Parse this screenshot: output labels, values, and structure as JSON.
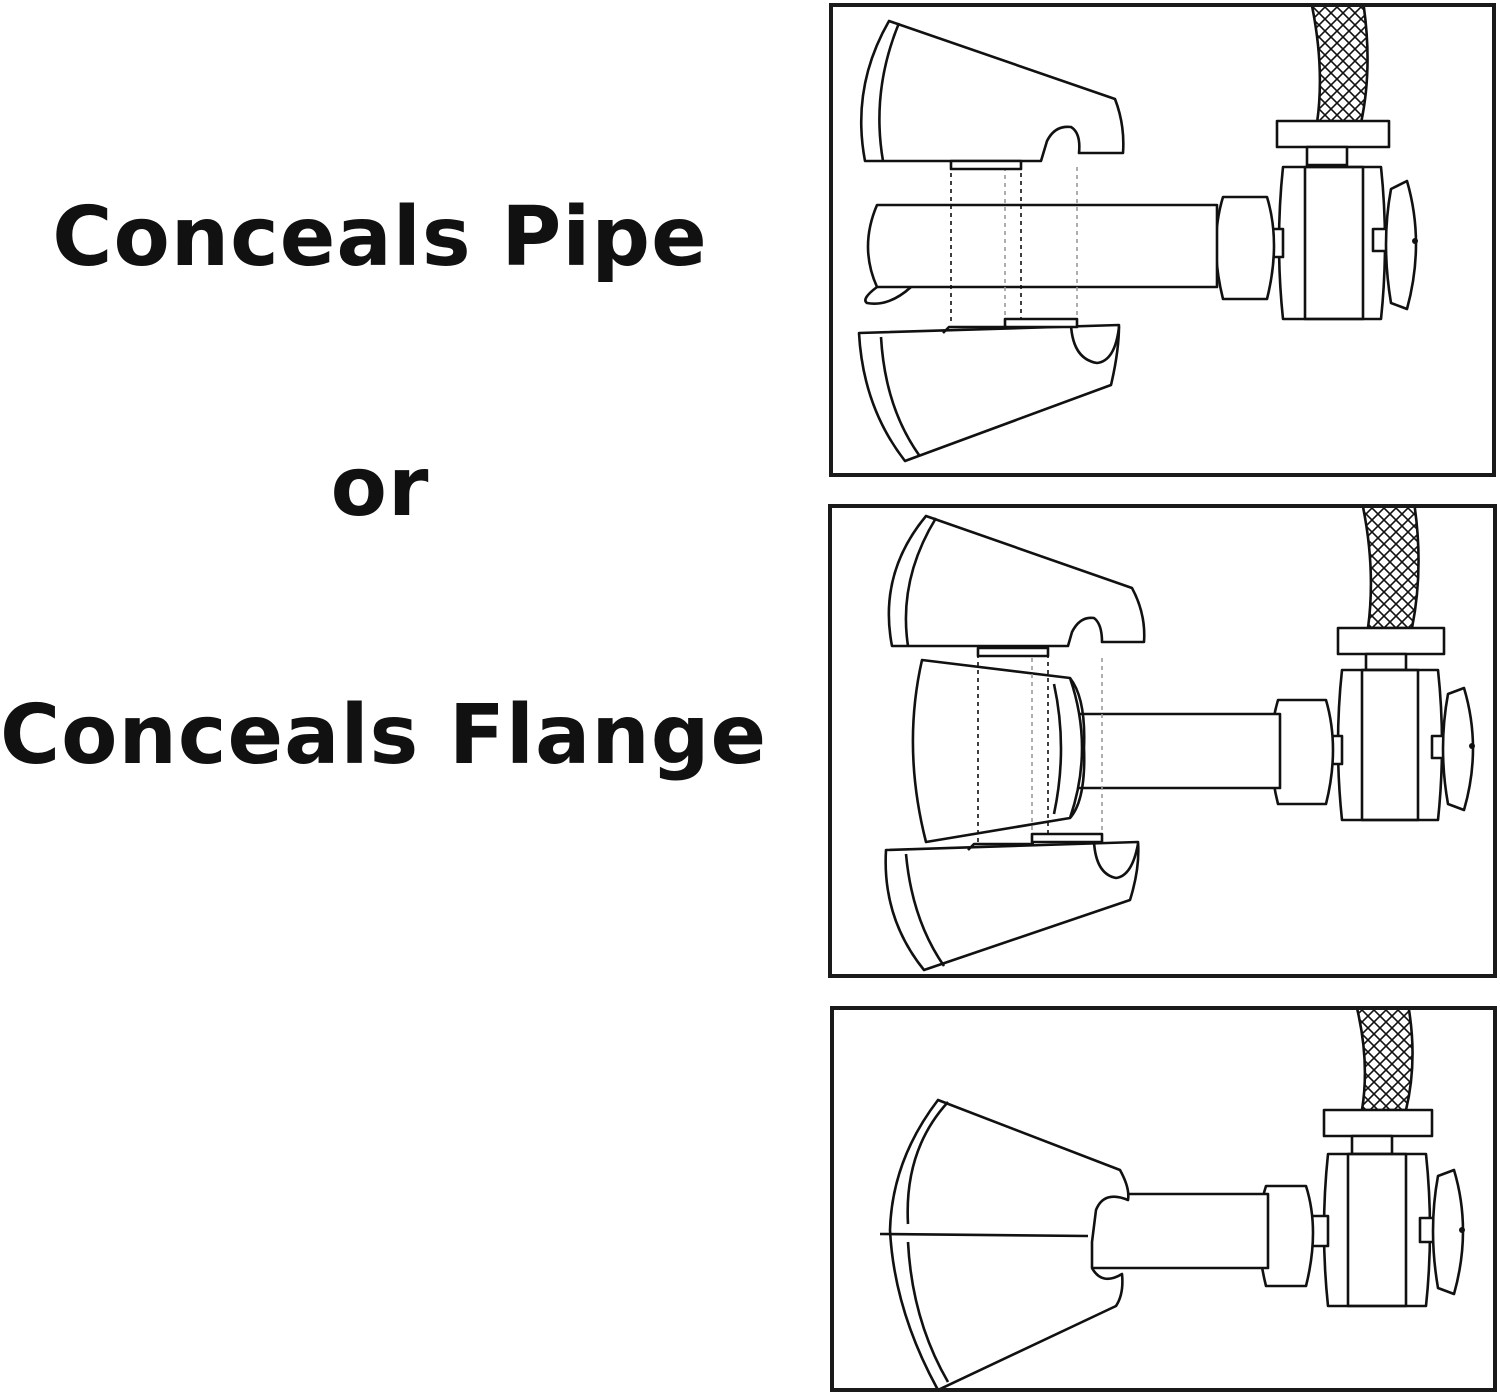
{
  "captions": {
    "line1": "Conceals Pipe",
    "line2": "or",
    "line3": "Conceals Flange"
  },
  "panels": [
    {
      "icon": "exploded-escutcheon-over-pipe-diagram"
    },
    {
      "icon": "exploded-escutcheon-over-flange-diagram"
    },
    {
      "icon": "assembled-escutcheon-diagram"
    }
  ],
  "colors": {
    "line": "#111111",
    "background": "#ffffff",
    "frame": "#1a1a1a"
  }
}
